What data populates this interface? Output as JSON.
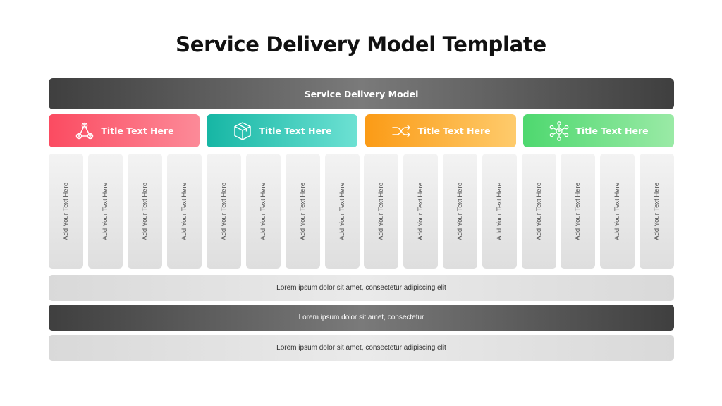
{
  "title": "Service Delivery Model Template",
  "model_bar": "Service Delivery Model",
  "categories": [
    {
      "title": "Title Text Here",
      "icon": "team-network-icon",
      "color": "#fb4b61"
    },
    {
      "title": "Title Text Here",
      "icon": "box-icon",
      "color": "#16b6a4"
    },
    {
      "title": "Title Text Here",
      "icon": "shuffle-icon",
      "color": "#fb9b16"
    },
    {
      "title": "Title Text Here",
      "icon": "network-hub-icon",
      "color": "#4ed86f"
    }
  ],
  "columns": [
    "Add Your Text Here",
    "Add Your Text Here",
    "Add Your Text Here",
    "Add Your Text Here",
    "Add Your Text Here",
    "Add Your Text Here",
    "Add Your Text Here",
    "Add Your Text Here",
    "Add Your Text Here",
    "Add Your Text Here",
    "Add Your Text Here",
    "Add Your Text Here",
    "Add Your Text Here",
    "Add Your Text Here",
    "Add Your Text Here",
    "Add Your Text Here"
  ],
  "rows": [
    "Lorem ipsum dolor sit amet, consectetur adipiscing elit",
    "Lorem ipsum dolor sit amet, consectetur",
    "Lorem ipsum dolor sit amet, consectetur adipiscing elit"
  ]
}
